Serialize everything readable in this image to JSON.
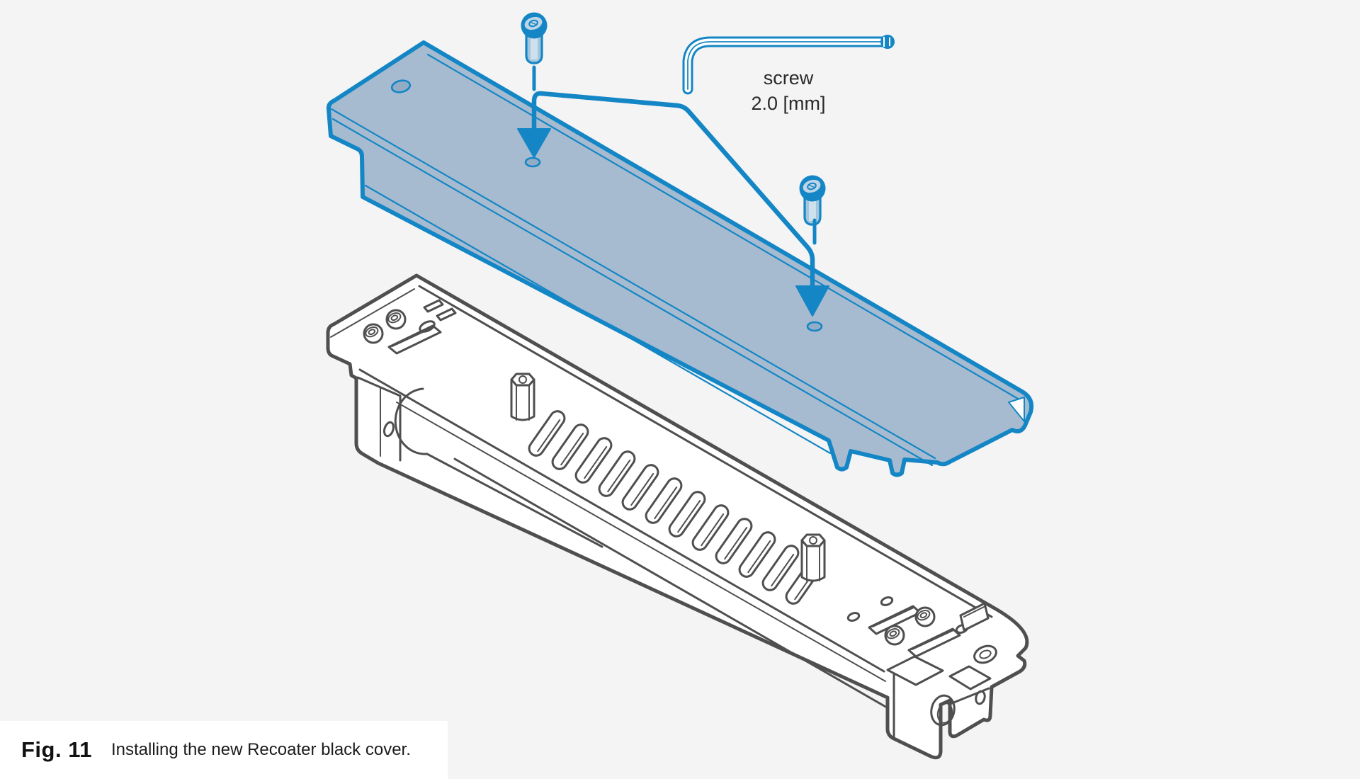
{
  "figure": {
    "annotation": {
      "line1": "screw",
      "line2": "2.0 [mm]"
    },
    "caption": {
      "label": "Fig. 11",
      "text": "Installing the new Recoater black cover."
    },
    "parts": [
      "recoater-base-assembly",
      "new-recoater-black-cover",
      "mounting-screw-left",
      "mounting-screw-right",
      "hex-key-2mm",
      "hex-standoff-front",
      "hex-standoff-rear",
      "louver-vent-slots",
      "installed-socket-screws"
    ],
    "colors": {
      "background": "#f4f4f5",
      "cover_fill": "#a7bbd0",
      "cover_line_blue": "#1486c5",
      "body_line_gray": "#4f4f4f",
      "caption_background": "#ffffff",
      "text": "#2a2a2a"
    }
  }
}
